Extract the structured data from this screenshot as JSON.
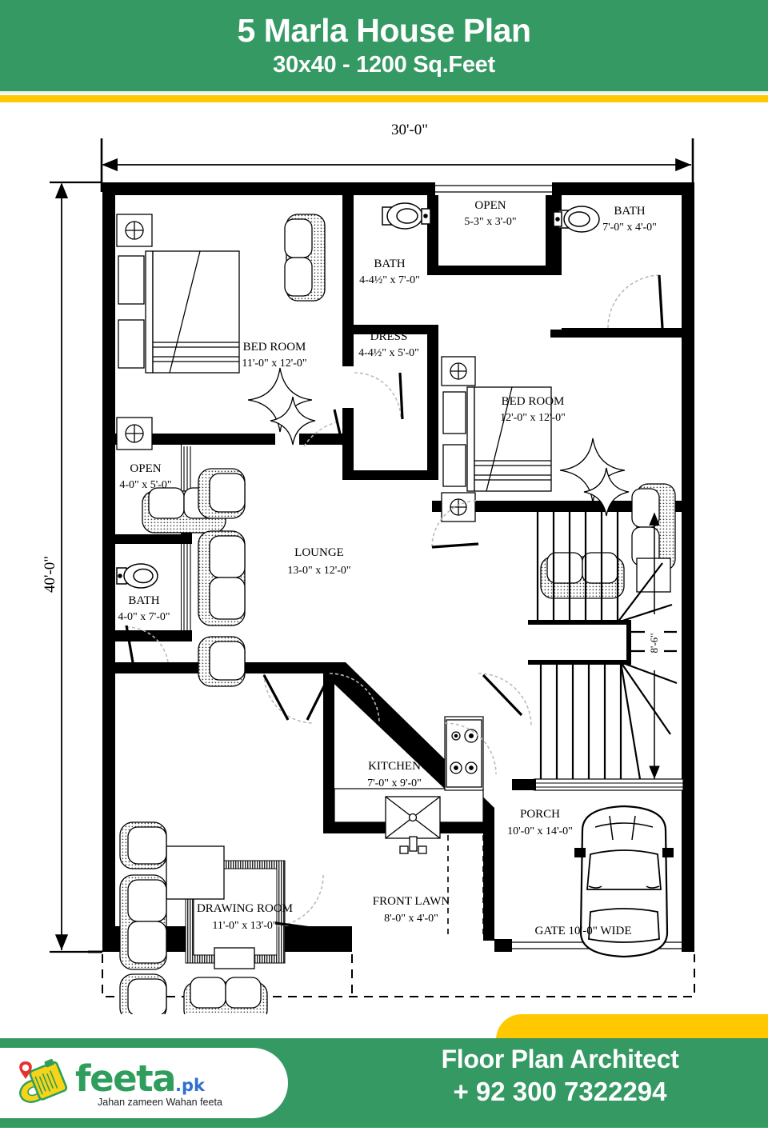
{
  "header": {
    "title": "5 Marla House Plan",
    "subtitle": "30x40 - 1200 Sq.Feet",
    "bg_color": "#349963",
    "accent_color": "#ffc800"
  },
  "plan": {
    "overall_width_label": "30'-0\"",
    "overall_height_label": "40'-0\"",
    "stair_label": "8'-6\"",
    "gate_label": "GATE 10'-0\" WIDE",
    "rooms": [
      {
        "id": "bedroom-1",
        "name": "BED ROOM",
        "dims": "11'-0\" x 12'-0\""
      },
      {
        "id": "bath-1",
        "name": "BATH",
        "dims": "4-4½\" x 7'-0\""
      },
      {
        "id": "dress",
        "name": "DRESS",
        "dims": "4-4½\" x 5'-0\""
      },
      {
        "id": "open-top",
        "name": "OPEN",
        "dims": "5-3\" x 3'-0\""
      },
      {
        "id": "bath-2",
        "name": "BATH",
        "dims": "7'-0\" x 4'-0\""
      },
      {
        "id": "bedroom-2",
        "name": "BED ROOM",
        "dims": "12'-0\" x 12'-0\""
      },
      {
        "id": "open-left",
        "name": "OPEN",
        "dims": "4-0\" x 5'-0\""
      },
      {
        "id": "bath-3",
        "name": "BATH",
        "dims": "4-0\" x 7'-0\""
      },
      {
        "id": "lounge",
        "name": "LOUNGE",
        "dims": "13-0\" x 12'-0\""
      },
      {
        "id": "drawing-room",
        "name": "DRAWING ROOM",
        "dims": "11'-0\" x 13'-0\""
      },
      {
        "id": "kitchen",
        "name": "KITCHEN",
        "dims": "7'-0\" x 9'-0\""
      },
      {
        "id": "front-lawn",
        "name": "FRONT LAWN",
        "dims": "8'-0\" x 4'-0\""
      },
      {
        "id": "porch",
        "name": "PORCH",
        "dims": "10'-0\" x 14'-0\""
      }
    ]
  },
  "footer": {
    "logo_word": "feeta",
    "logo_suffix": ".pk",
    "logo_tagline": "Jahan zameen Wahan feeta",
    "role": "Floor Plan Architect",
    "phone": "+ 92 300 7322294",
    "logo_green": "#2f9e5c",
    "logo_blue": "#2f6fd0"
  }
}
